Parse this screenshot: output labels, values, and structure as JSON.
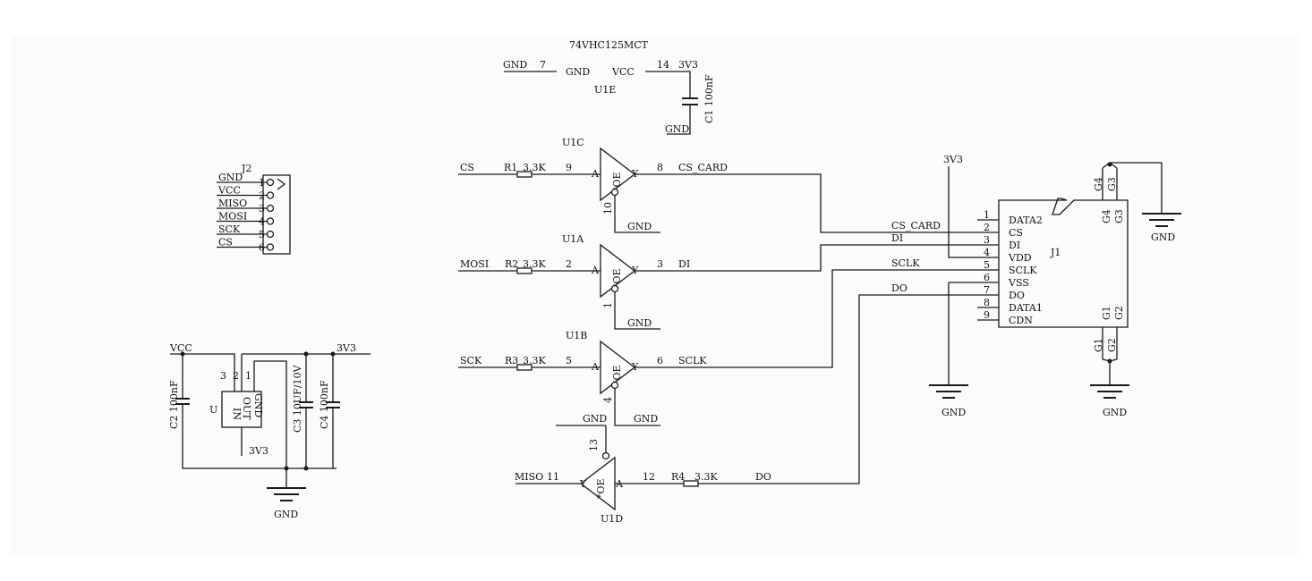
{
  "u1e": {
    "part_number": "74VHC125MCT",
    "gnd_net": "GND",
    "gnd_pin": "7",
    "gnd_pin_name": "GND",
    "vcc_pin_name": "VCC",
    "vcc_pin": "14",
    "vcc_net": "3V3",
    "ref": "U1E",
    "cap_label": "C1 100nF",
    "cap_gnd": "GND"
  },
  "u1c": {
    "ref": "U1C",
    "in_net": "CS",
    "res": "R1",
    "res_val": "3.3K",
    "in_pin": "9",
    "a": "A",
    "oe": "*OE",
    "y": "Y",
    "out_pin": "8",
    "out_net": "CS_CARD",
    "oe_pin": "10",
    "oe_net": "GND"
  },
  "u1a": {
    "ref": "U1A",
    "in_net": "MOSI",
    "res": "R2",
    "res_val": "3.3K",
    "in_pin": "2",
    "a": "A",
    "oe": "*OE",
    "y": "Y",
    "out_pin": "3",
    "out_net": "DI",
    "oe_pin": "1",
    "oe_net": "GND"
  },
  "u1b": {
    "ref": "U1B",
    "in_net": "SCK",
    "res": "R3",
    "res_val": "3.3K",
    "in_pin": "5",
    "a": "A",
    "oe": "*OE",
    "y": "Y",
    "out_pin": "6",
    "out_net": "SCLK",
    "oe_pin": "4",
    "oe_net": "GND",
    "gnd_left": "GND"
  },
  "u1d": {
    "ref": "U1D",
    "in_net": "MISO",
    "in_pin": "11",
    "oe_pin": "13",
    "oe": "*OE",
    "y": "Y",
    "a": "A",
    "out_pin": "12",
    "res": "R4",
    "res_val": "3.3K",
    "out_net": "DO"
  },
  "j2": {
    "ref": "J2",
    "pins": [
      {
        "num": "1",
        "net": "GND"
      },
      {
        "num": "2",
        "net": "VCC"
      },
      {
        "num": "3",
        "net": "MISO"
      },
      {
        "num": "4",
        "net": "MOSI"
      },
      {
        "num": "5",
        "net": "SCK"
      },
      {
        "num": "6",
        "net": "CS"
      }
    ]
  },
  "power": {
    "vcc": "VCC",
    "out": "3V3",
    "u_ref": "U",
    "pin3": "3",
    "pin2": "2",
    "pin1": "1",
    "in": "IN",
    "vout": "OUT",
    "gnd": "GND",
    "out_label": "3V3",
    "c2": "C2 100nF",
    "c3": "C3 10UF/10V",
    "c4": "C4 100nF",
    "gnd_sym": "GND"
  },
  "j1": {
    "ref": "J1",
    "vcc_net": "3V3",
    "pins": [
      {
        "num": "1",
        "name": "DATA2",
        "net": ""
      },
      {
        "num": "2",
        "name": "CS",
        "net": "CS_CARD"
      },
      {
        "num": "3",
        "name": "DI",
        "net": "DI"
      },
      {
        "num": "4",
        "name": "VDD",
        "net": ""
      },
      {
        "num": "5",
        "name": "SCLK",
        "net": "SCLK"
      },
      {
        "num": "6",
        "name": "VSS",
        "net": ""
      },
      {
        "num": "7",
        "name": "DO",
        "net": "DO"
      },
      {
        "num": "8",
        "name": "DATA1",
        "net": ""
      },
      {
        "num": "9",
        "name": "CDN",
        "net": ""
      }
    ],
    "g4": "G4",
    "g3": "G3",
    "g1": "G1",
    "g2": "G2",
    "gnd_left": "GND",
    "gnd_bottom": "GND",
    "gnd_right": "GND"
  }
}
